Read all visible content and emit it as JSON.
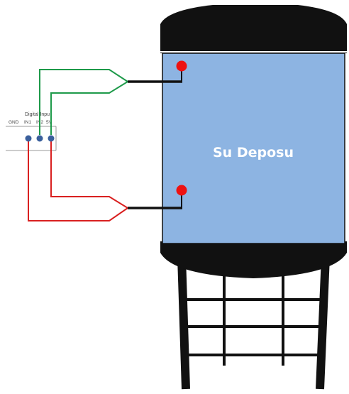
{
  "tank": {
    "label": "Su Deposu",
    "body_color": "#8db4e2",
    "cap_color": "#111111",
    "legs_color": "#111111"
  },
  "connector": {
    "header_label": "Digital Inpu",
    "pins": [
      "GND",
      "IN1",
      "IN2",
      "5V"
    ],
    "pin_color": "#3a5f9c"
  },
  "wires": {
    "green_color": "#1e9a4a",
    "red_color": "#d92020",
    "black_color": "#111111"
  },
  "sensors": {
    "color": "#ee1111"
  }
}
